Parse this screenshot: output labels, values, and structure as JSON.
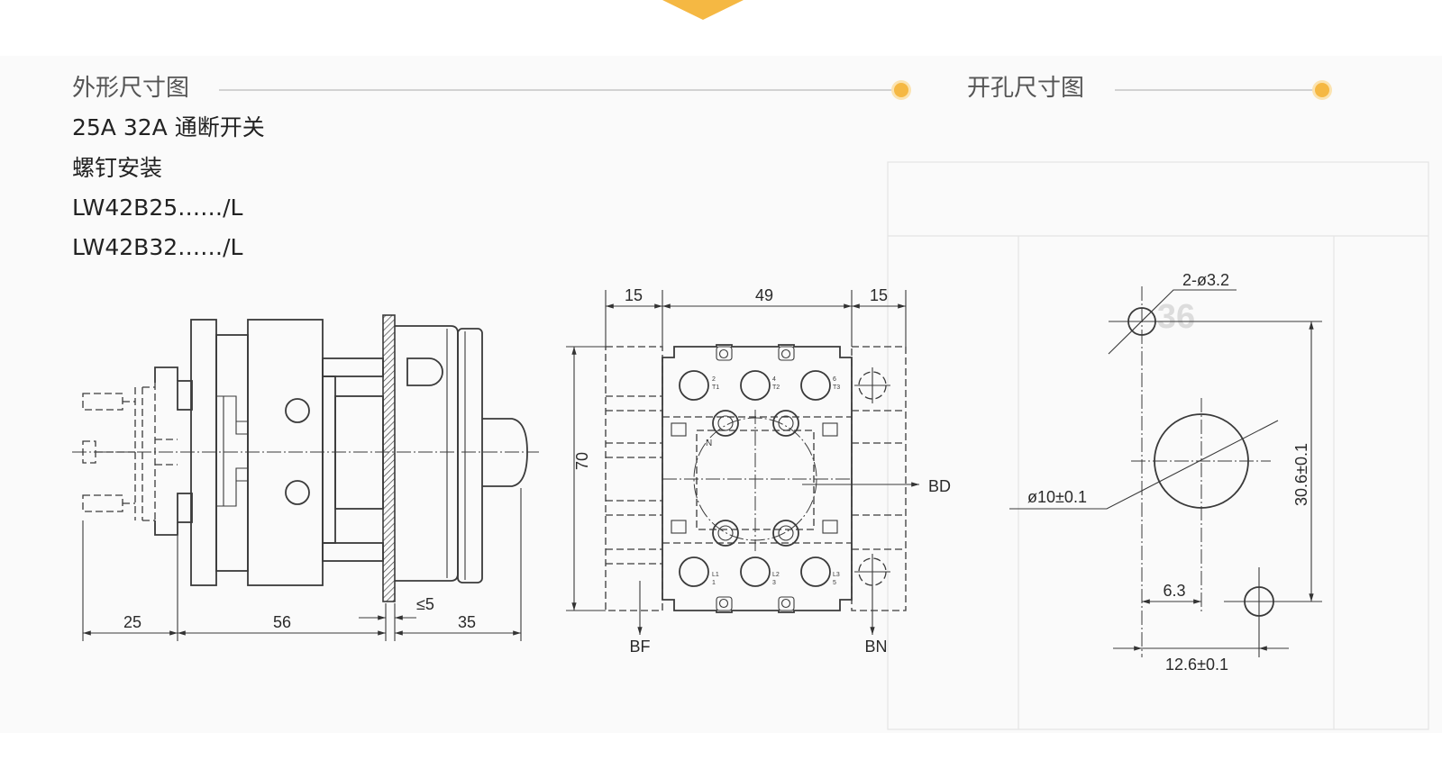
{
  "sections": {
    "outline": {
      "title": "外形尺寸图"
    },
    "cutout": {
      "title": "开孔尺寸图"
    }
  },
  "product": {
    "lines": [
      "25A 32A 通断开关",
      "螺钉安装",
      "LW42B25……/L",
      "LW42B32……/L"
    ]
  },
  "side_view": {
    "dims": {
      "rear": "25",
      "body": "56",
      "panel": "≤5",
      "knob": "35"
    }
  },
  "front_view": {
    "dims": {
      "left": "15",
      "middle": "49",
      "right": "15",
      "height": "70"
    },
    "labels": {
      "bd": "BD",
      "bf": "BF",
      "bn": "BN"
    },
    "terminals": {
      "top": [
        {
          "num": "2",
          "name": "T1"
        },
        {
          "num": "4",
          "name": "T2"
        },
        {
          "num": "6",
          "name": "T3"
        }
      ],
      "bottom": [
        {
          "name": "L1",
          "num": "1"
        },
        {
          "name": "L2",
          "num": "3"
        },
        {
          "name": "L3",
          "num": "5"
        }
      ],
      "neutral": "N"
    }
  },
  "cutout_view": {
    "holes": "2-ø3.2",
    "center_hole": "ø10±0.1",
    "height": "30.6±0.1",
    "offset": "6.3",
    "width": "12.6±0.1"
  },
  "ghost_label": "36",
  "colors": {
    "accent": "#f5b843",
    "accent_ring": "#fbe3b0",
    "rule": "#d2d2d2",
    "ink": "#333333"
  }
}
